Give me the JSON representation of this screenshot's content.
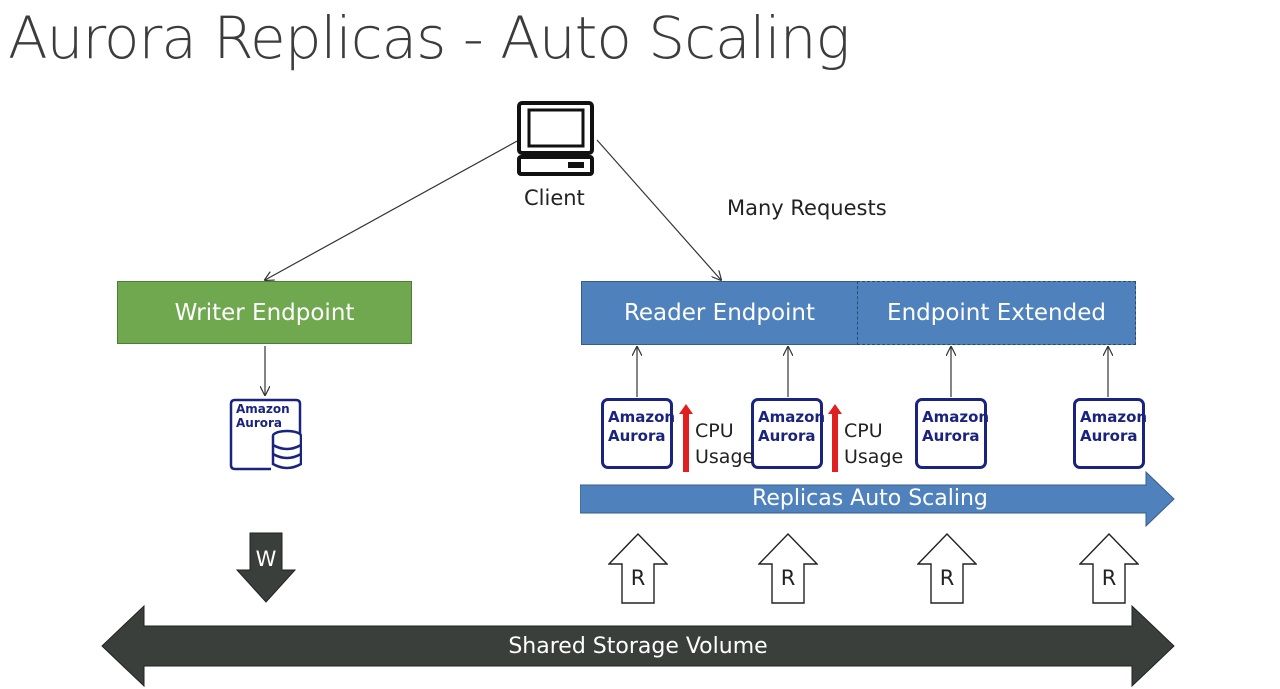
{
  "slide": {
    "title": "Aurora Replicas - Auto Scaling"
  },
  "client": {
    "label": "Client",
    "icon": "computer-terminal-icon"
  },
  "requests_label": "Many Requests",
  "writer": {
    "endpoint_label": "Writer Endpoint",
    "db_icon": "amazon-aurora-db-icon",
    "db_label_line1": "Amazon",
    "db_label_line2": "Aurora",
    "write_label": "W"
  },
  "reader": {
    "endpoint_label": "Reader Endpoint",
    "extended_label": "Endpoint Extended",
    "replicas": [
      {
        "line1": "Amazon",
        "line2": "Aurora",
        "cpu_label_1": "CPU",
        "cpu_label_2": "Usage",
        "read_label": "R"
      },
      {
        "line1": "Amazon",
        "line2": "Aurora",
        "cpu_label_1": "CPU",
        "cpu_label_2": "Usage",
        "read_label": "R"
      },
      {
        "line1": "Amazon",
        "line2": "Aurora",
        "read_label": "R"
      },
      {
        "line1": "Amazon",
        "line2": "Aurora",
        "read_label": "R"
      }
    ],
    "autoscaling_label": "Replicas Auto Scaling"
  },
  "storage": {
    "label": "Shared Storage Volume"
  },
  "colors": {
    "writer_green": "#70a84f",
    "reader_blue": "#4f81bd",
    "aurora_navy": "#1a237e",
    "cpu_red": "#e02020",
    "storage_dark": "#3b3f3c"
  }
}
